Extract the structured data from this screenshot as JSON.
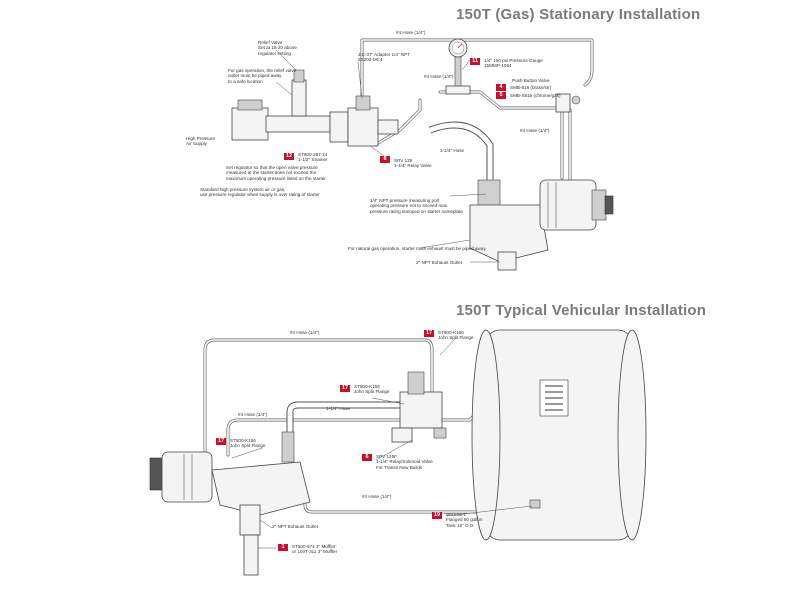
{
  "top": {
    "title": "150T (Gas) Stationary Installation",
    "labels": {
      "hose_top": "#4 Hose (1/4\")",
      "relief_valve": "Relief Valve\nSet at 15-20 above\nregulator setting",
      "gas_note": "For gas operation, the relief valve\noutlet must be piped away\nto a safe location",
      "adapter": "JIC-37\" Adapter 1/4\" NPT\n2S200-MC4",
      "gauge": "1/4\" 150 psi Pressure Gauge\n15MMP-1064",
      "hose_mid": "#4 Hose (1/4\")",
      "push_button": "Push Button Valve",
      "hp_air": "High Pressure\nAir Supply",
      "strainer": "ST800-267-24\n1-1/2\" Strainer",
      "regulator_note": "Set regulator so that the open valve pressure\nmeasured at the starter does not exceed the\nmaximum operating pressure listed on the starter.",
      "standard_note": "Standard high pressure system air or gas,\nuse pressure regulator when supply is over rating of starter",
      "relay": "SRV 125\n1-1/4\" Relay Valve",
      "hose_114": "1-1/4\" Hose",
      "hose_right": "#4 Hose (1/4\")",
      "port": "1/4\" NPT pressure measuring port\noperating pressure not to exceed max.\npressure rating stamped on starter nameplate",
      "nat_gas": "For natural gas operation, starter main exhaust must be piped away.",
      "exhaust": "2\" NPT Exhaust Outlet"
    },
    "badges": [
      "11",
      "4",
      "5",
      "12",
      "8"
    ],
    "push_parts": [
      "SMB-816 (brass/str)",
      "SMB-S816 (chrome/gas)"
    ]
  },
  "bottom": {
    "title": "150T Typical Vehicular Installation",
    "labels": {
      "hose_top": "#4 Hose (1/4\")",
      "flange_right": "ST500-K166\nJohn Split Flange",
      "flange_mid": "ST500-K166\nJohn Split Flange",
      "hose_left": "#4 Hose (1/4\")",
      "hose_114": "1-1/4\" Hose",
      "flange_left": "ST500-K166\nJohn Split Flange",
      "solenoid": "SPV 125F\n1-1/4\" Relay/Solenoid Valve\nFor Transit New Builds",
      "hose_bottom": "#4 Hose (1/4\")",
      "exhaust": "2\" NPT Exhaust Outlet",
      "muffler": "ST500-674 2\" Muffler\nor 100T-311 3\" Muffler",
      "tank": "WRS16-1\nFlanged 60 gallon\nTank 16\" O.D."
    },
    "badges": [
      "17",
      "17",
      "17",
      "6",
      "1",
      "19"
    ]
  },
  "colors": {
    "badge": "#c8102e",
    "title": "#7a7a7a",
    "line": "#555555"
  }
}
